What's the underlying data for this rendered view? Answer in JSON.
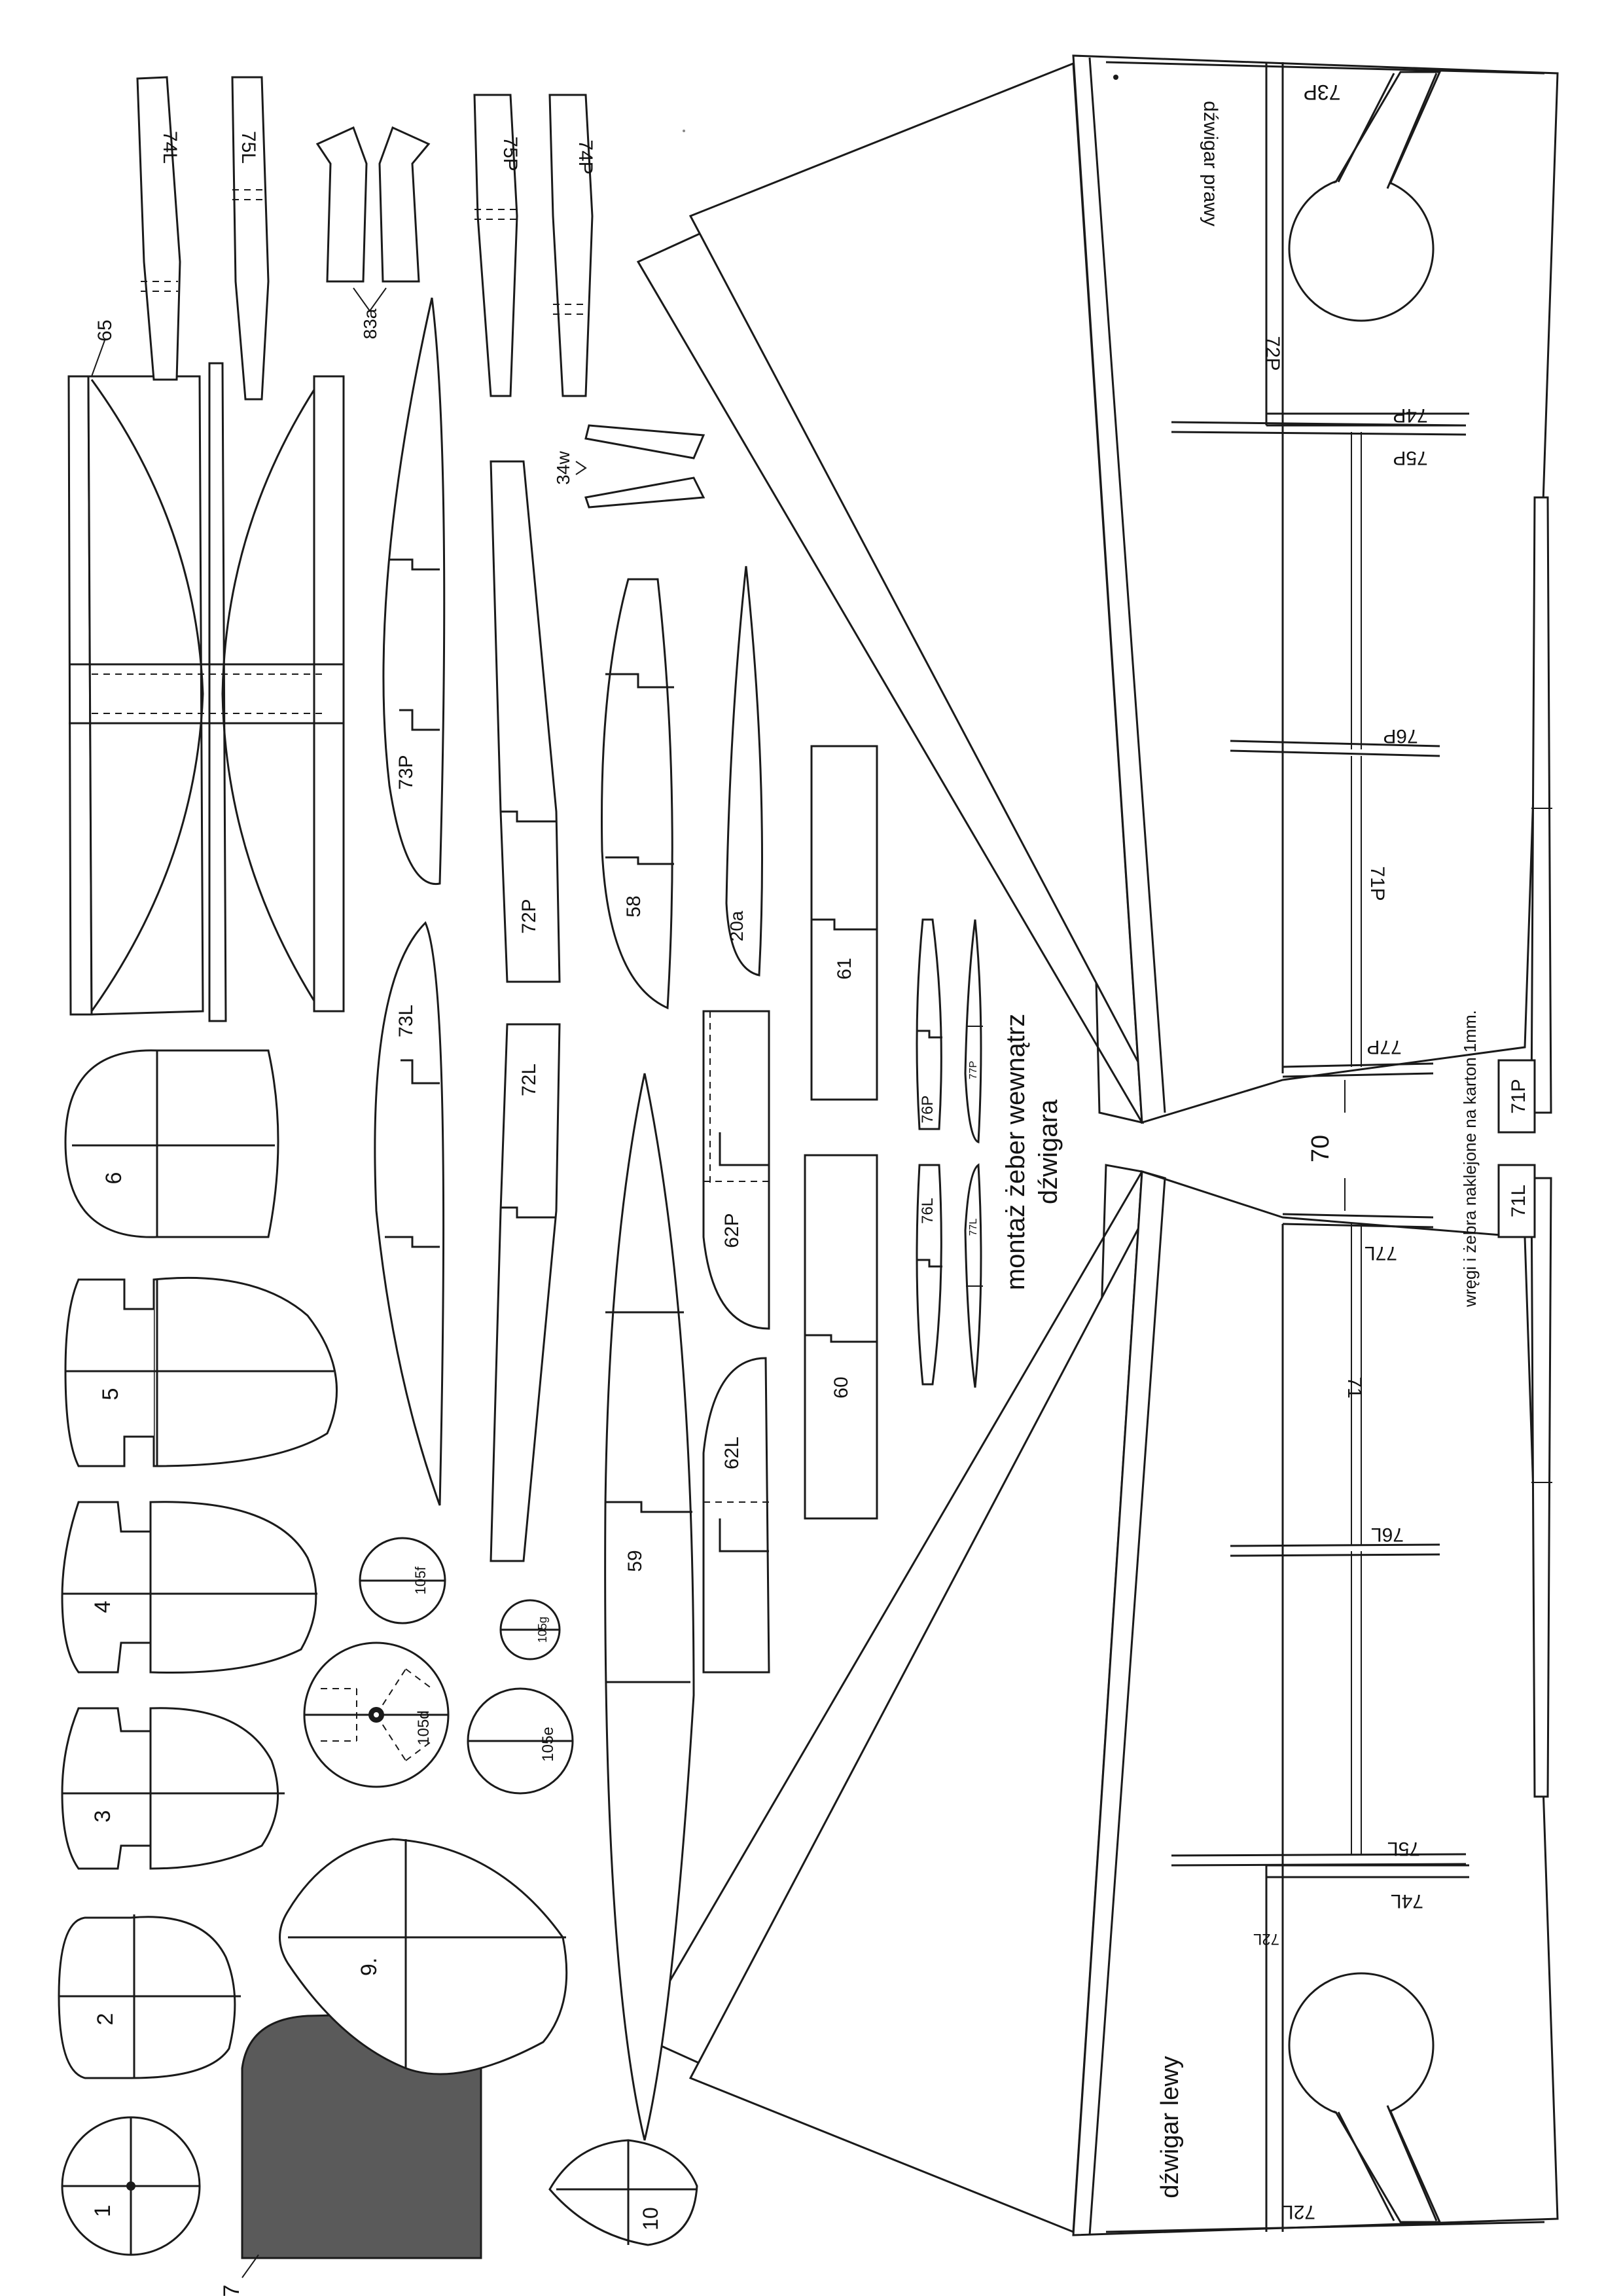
{
  "parts": {
    "p1": "1",
    "p2": "2",
    "p3": "3",
    "p4": "4",
    "p5": "5",
    "p6": "6",
    "p7": "7",
    "p9": "9.",
    "p10": "10",
    "p65": "65",
    "p74L": "74L",
    "p75L": "75L",
    "p83a": "83a",
    "p75P": "75P",
    "p74P": "74P",
    "p34w": "34w",
    "p73P": "73P",
    "p72P": "72P",
    "p58": "58",
    "p20a": "20a",
    "p61": "61",
    "p73L": "73L",
    "p72L": "72L",
    "p62P": "62P",
    "p62L": "62L",
    "p60": "60",
    "p59": "59",
    "p76P": "76P",
    "p77P": "77P",
    "p76L": "76L",
    "p77L": "77L",
    "p105f": "105f",
    "p105g": "105g",
    "p105d": "105d",
    "p105e": "105e",
    "p70": "70",
    "p71P": "71P",
    "p71L": "71L"
  },
  "right_wing": {
    "spar_label": "dźwigar prawy",
    "r73P": "73P",
    "r72P": "72P",
    "r74P": "74P",
    "r75P": "75P",
    "r76P": "76P",
    "r71P": "71P",
    "r77P": "77P"
  },
  "left_wing": {
    "spar_label": "dźwigar lewy",
    "r77L": "77L",
    "r71": "71",
    "r76L": "76L",
    "r75L": "75L",
    "r74L": "74L",
    "r72L_top": "72L",
    "r72L": "72L"
  },
  "notes": {
    "assembly_line1": "montaż żeber wewnątrz",
    "assembly_line2": "dźwigara",
    "cardboard": "wręgi i żebra naklejone na karton 1mm."
  },
  "colors": {
    "line": "#1a1a1a",
    "part7_fill": "#5a5a5a",
    "paper": "#ffffff"
  }
}
